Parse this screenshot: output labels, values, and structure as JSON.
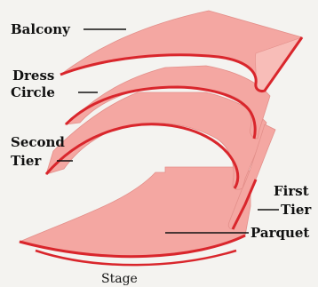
{
  "colors": {
    "tier_fill": "#f4a7a2",
    "tier_fill_light": "#f8bdb8",
    "tier_edge": "#d9262c",
    "text": "#111111",
    "background": "#f4f3f0"
  },
  "labels": {
    "balcony": "Balcony",
    "dress_line1": "Dress",
    "dress_line2": "Circle",
    "second_line1": "Second",
    "second_line2": "Tier",
    "first_line1": "First",
    "first_line2": "Tier",
    "parquet": "Parquet",
    "stage": "Stage"
  }
}
